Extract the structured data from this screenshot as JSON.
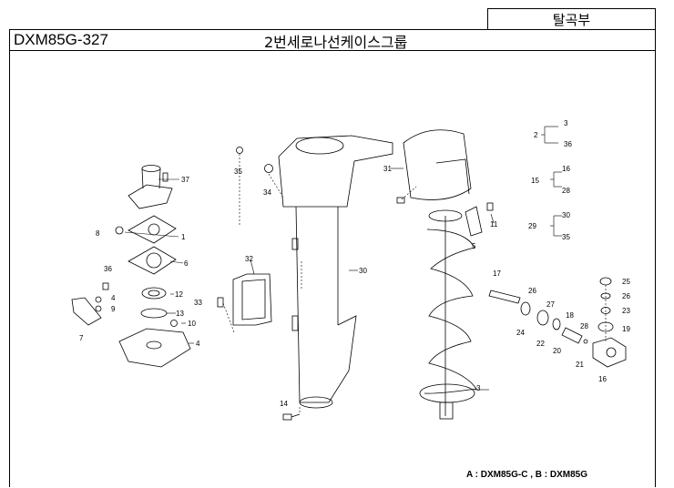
{
  "section": {
    "label": "탈곡부"
  },
  "header": {
    "model_code": "DXM85G-327",
    "group_title": "2번세로나선케이스그룹"
  },
  "callouts": {
    "c1": "1",
    "c2": "2",
    "c3": "3",
    "c3b": "3",
    "c4": "4",
    "c4b": "4",
    "c5": "5",
    "c6": "6",
    "c7": "7",
    "c8": "8",
    "c9": "9",
    "c10": "10",
    "c11": "11",
    "c12": "12",
    "c13": "13",
    "c14": "14",
    "c15": "15",
    "c16": "16",
    "c16b": "16",
    "c17": "17",
    "c18": "18",
    "c19": "19",
    "c20": "20",
    "c21": "21",
    "c22": "22",
    "c23": "23",
    "c24": "24",
    "c25": "25",
    "c26": "26",
    "c26b": "26",
    "c27": "27",
    "c28": "28",
    "c28b": "28",
    "c29": "29",
    "c30": "30",
    "c30b": "30",
    "c31": "31",
    "c32": "32",
    "c33": "33",
    "c34": "34",
    "c35": "35",
    "c35b": "35",
    "c36": "36",
    "c36b": "36",
    "c37": "37"
  },
  "footnote": "A : DXM85G-C , B : DXM85G"
}
